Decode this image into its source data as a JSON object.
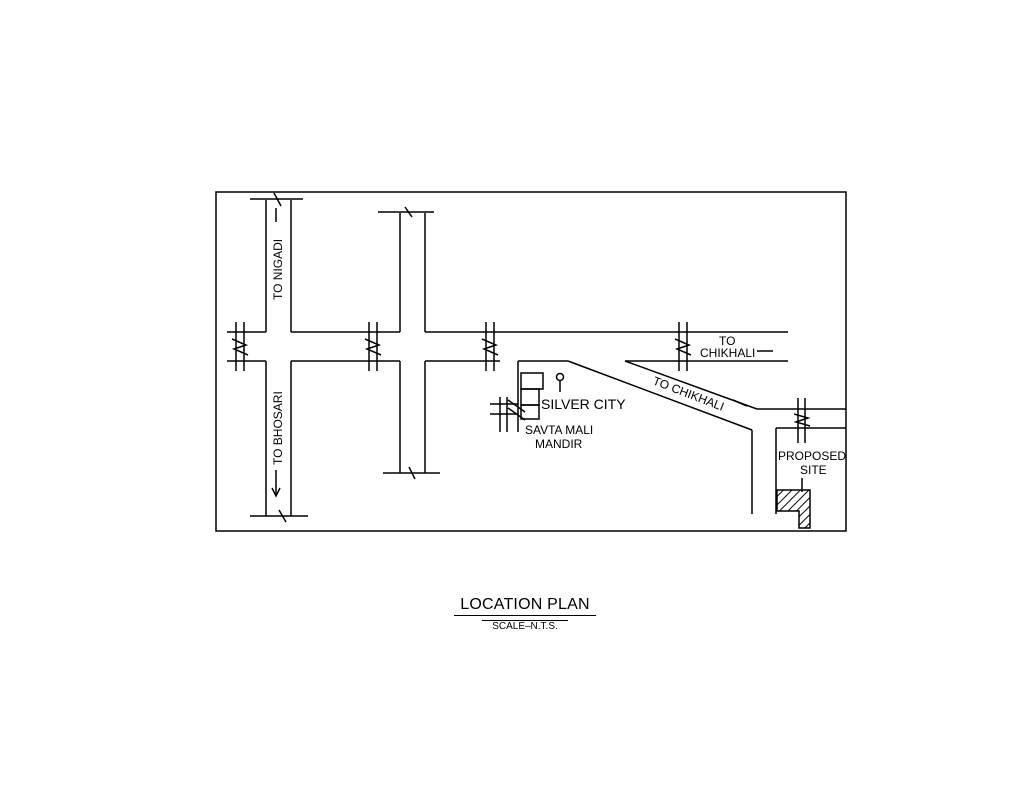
{
  "labels": {
    "to_nigadi": "TO NIGADI",
    "to_bhosari": "TO BHOSARI",
    "to_chikhali_upper_line1": "TO",
    "to_chikhali_upper_line2": "CHIKHALI",
    "to_chikhali_diag": "TO CHIKHALI",
    "silver_city": "SILVER CITY",
    "savta_mali_line1": "SAVTA MALI",
    "savta_mali_line2": "MANDIR",
    "proposed_line1": "PROPOSED",
    "proposed_line2": "SITE"
  },
  "caption": {
    "title": "LOCATION PLAN",
    "scale": "SCALE–N.T.S."
  }
}
